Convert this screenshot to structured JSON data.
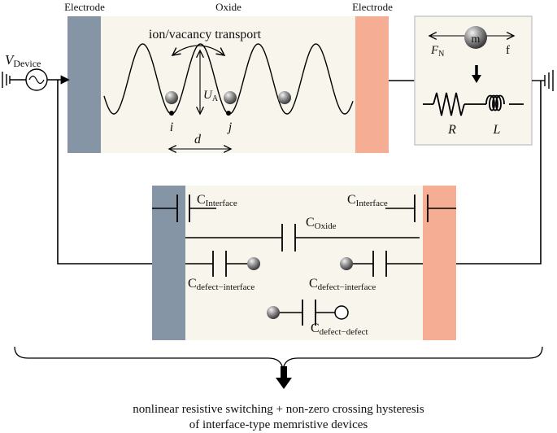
{
  "top_labels": {
    "electrode_left": "Electrode",
    "oxide": "Oxide",
    "electrode_right": "Electrode"
  },
  "source": {
    "symbol": "V",
    "subscript": "Device"
  },
  "transport": {
    "label": "ion/vacancy transport",
    "barrier_symbol": "U",
    "barrier_subscript": "A",
    "site_i": "i",
    "site_j": "j",
    "distance": "d"
  },
  "mass_spring": {
    "mass_label": "m",
    "force_left_symbol": "F",
    "force_left_subscript": "N",
    "force_right": "f",
    "resistor": "R",
    "inductor": "L"
  },
  "capacitors": {
    "interface_left": {
      "symbol": "C",
      "subscript": "Interface"
    },
    "interface_right": {
      "symbol": "C",
      "subscript": "Interface"
    },
    "oxide": {
      "symbol": "C",
      "subscript": "Oxide"
    },
    "defect_interface_left": {
      "symbol": "C",
      "subscript": "defect−interface"
    },
    "defect_interface_right": {
      "symbol": "C",
      "subscript": "defect−interface"
    },
    "defect_defect": {
      "symbol": "C",
      "subscript": "defect−defect"
    }
  },
  "caption": {
    "line1": "nonlinear resistive switching + non-zero crossing hysteresis",
    "line2": "of interface-type memristive devices"
  },
  "colors": {
    "electrode_left": "#8695a6",
    "electrode_right": "#f5ad94",
    "oxide_bg": "#f8f5ec",
    "box_border": "#c8c8c8",
    "line": "#000000"
  }
}
